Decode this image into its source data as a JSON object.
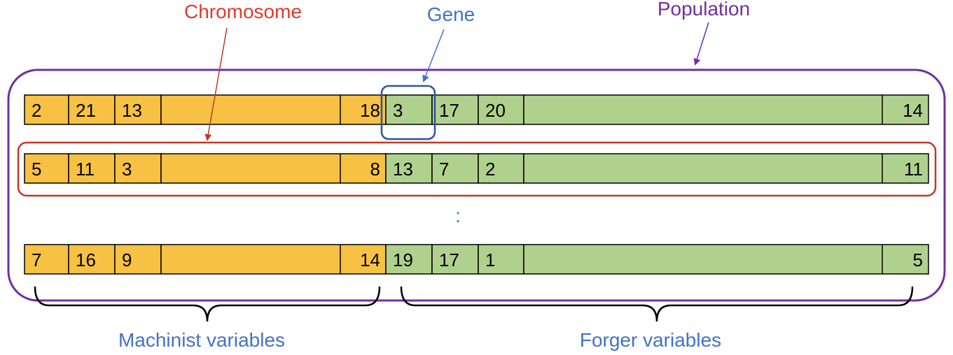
{
  "labels": {
    "chromosome": "Chromosome",
    "gene": "Gene",
    "population": "Population",
    "ellipsis": ":",
    "machinist": "Machinist variables",
    "forger": "Forger variables"
  },
  "colors": {
    "machinist_fill": "#F7C143",
    "forger_fill": "#B0D18E",
    "population_border": "#7030A0",
    "chromosome_border": "#C0392B",
    "gene_border": "#2F5597",
    "label_blue": "#4472C4",
    "label_red": "#E03A2C",
    "label_purple": "#7030A0"
  },
  "rows": [
    {
      "machinist": [
        "2",
        "21",
        "13",
        "18"
      ],
      "forger": [
        "3",
        "17",
        "20",
        "14"
      ]
    },
    {
      "machinist": [
        "5",
        "11",
        "3",
        "8"
      ],
      "forger": [
        "13",
        "7",
        "2",
        "11"
      ]
    },
    {
      "machinist": [
        "7",
        "16",
        "9",
        "14"
      ],
      "forger": [
        "19",
        "17",
        "1",
        "5"
      ]
    }
  ]
}
